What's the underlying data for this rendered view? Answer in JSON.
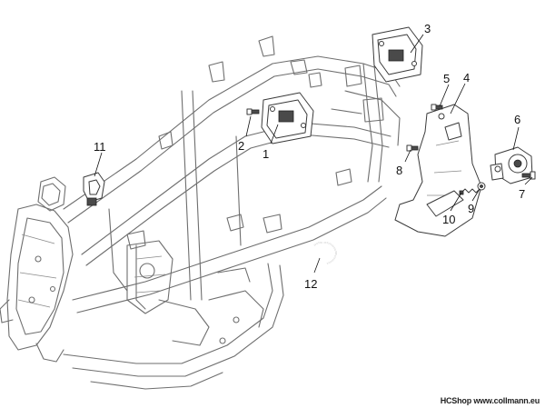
{
  "diagram": {
    "callouts": [
      {
        "id": "1",
        "label": "1"
      },
      {
        "id": "2",
        "label": "2"
      },
      {
        "id": "3",
        "label": "3"
      },
      {
        "id": "4",
        "label": "4"
      },
      {
        "id": "5",
        "label": "5"
      },
      {
        "id": "6",
        "label": "6"
      },
      {
        "id": "7",
        "label": "7"
      },
      {
        "id": "8",
        "label": "8"
      },
      {
        "id": "9",
        "label": "9"
      },
      {
        "id": "10",
        "label": "10"
      },
      {
        "id": "11",
        "label": "11"
      },
      {
        "id": "12",
        "label": "12"
      }
    ]
  },
  "footer": {
    "brand": "HCShop",
    "site": "www.collmann.eu"
  }
}
